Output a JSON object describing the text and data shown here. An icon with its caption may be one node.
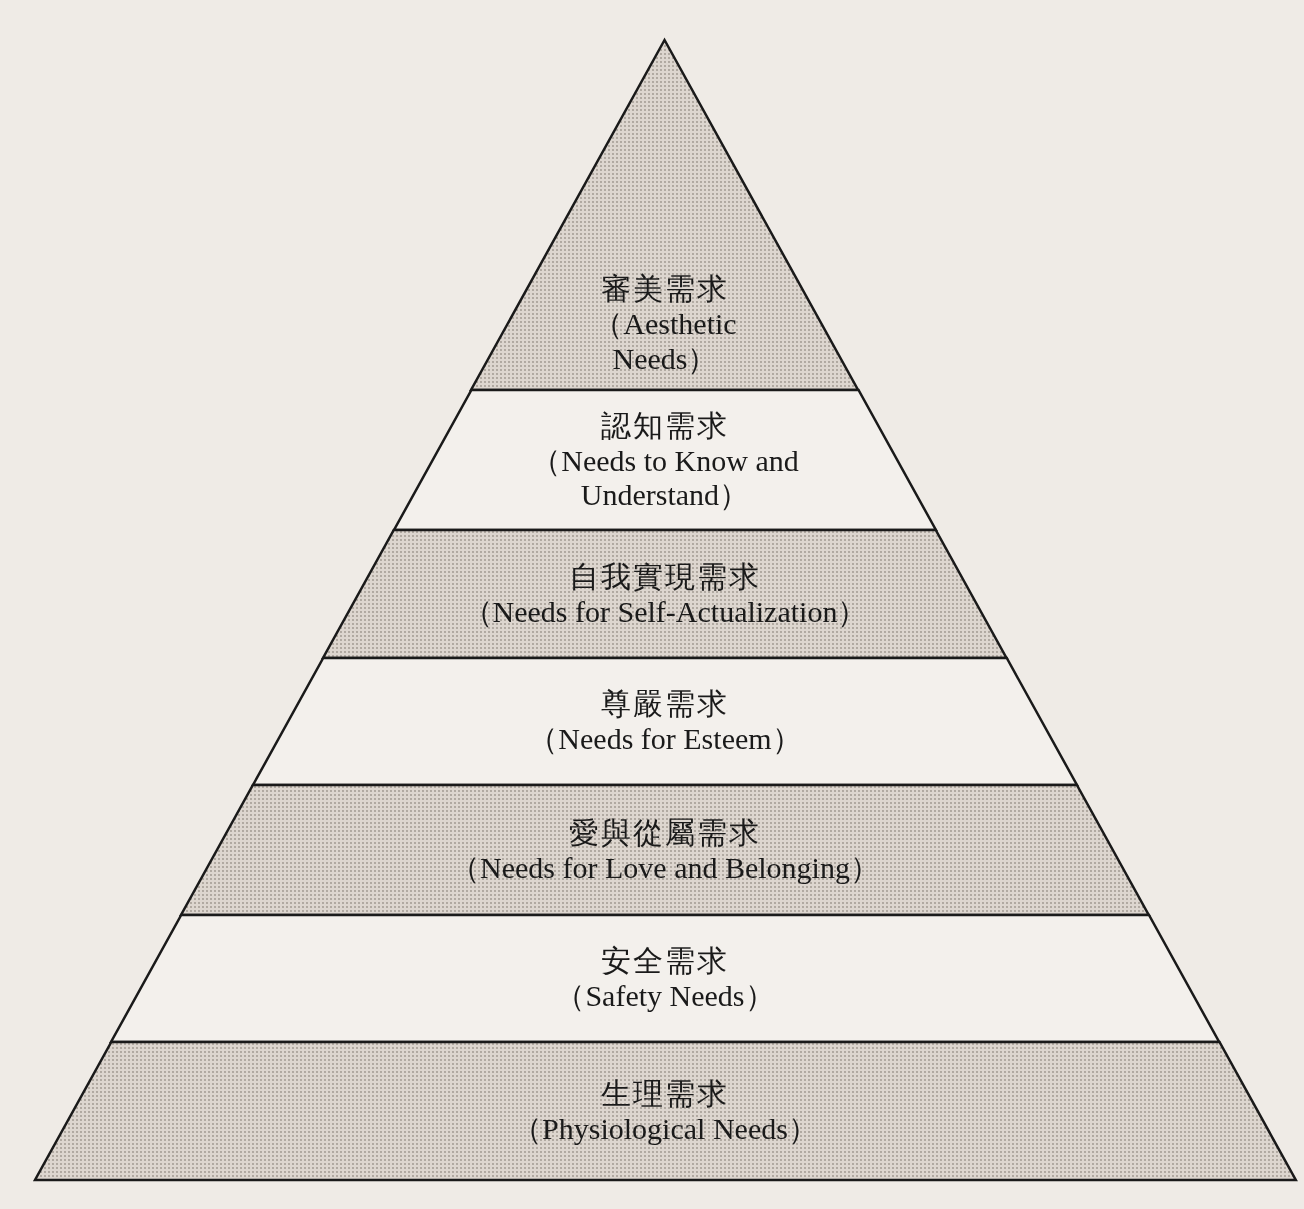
{
  "diagram": {
    "nodes": [
      {
        "text": [
          "審美需求",
          "（Aesthetic Needs）"
        ]
      },
      {
        "text": [
          "認知需求",
          "（Needs to Know and Understand）"
        ]
      },
      {
        "text": [
          "自我實現需求",
          "（Needs for Self-Actualization）"
        ]
      },
      {
        "text": [
          "尊嚴需求",
          "（Needs for Esteem）"
        ]
      },
      {
        "text": [
          "愛與從屬需求",
          "（Needs for Love and Belonging）"
        ]
      },
      {
        "text": [
          "安全需求",
          "（Safety Needs）"
        ]
      },
      {
        "text": [
          "生理需求",
          "（Physiological Needs）"
        ]
      }
    ]
  }
}
